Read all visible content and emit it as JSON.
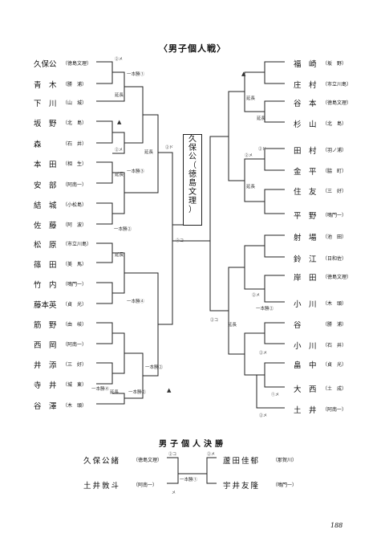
{
  "title": "〈男子個人戦〉",
  "champion": [
    "久",
    "保",
    "公",
    "（",
    "徳",
    "島",
    "文",
    "理",
    "）"
  ],
  "left_players": [
    {
      "name": "久保公",
      "aff": "（徳島文理）"
    },
    {
      "name": "青　木",
      "aff": "（勝　浦）"
    },
    {
      "name": "下　川",
      "aff": "（山　城）"
    },
    {
      "name": "坂　野",
      "aff": "（北　島）"
    },
    {
      "name": "森",
      "aff": "（石　井）"
    },
    {
      "name": "本　田",
      "aff": "（相　生）"
    },
    {
      "name": "安　部",
      "aff": "（阿南一）"
    },
    {
      "name": "結　城",
      "aff": "（小松島）"
    },
    {
      "name": "佐　藤",
      "aff": "（阿　波）"
    },
    {
      "name": "松　原",
      "aff": "（市立川島）"
    },
    {
      "name": "篠　田",
      "aff": "（美　馬）"
    },
    {
      "name": "竹　内",
      "aff": "（鳴門一）"
    },
    {
      "name": "藤本英",
      "aff": "（貞　光）"
    },
    {
      "name": "筋　野",
      "aff": "（由　岐）"
    },
    {
      "name": "西　岡",
      "aff": "（阿南一）"
    },
    {
      "name": "井　添",
      "aff": "（三　好）"
    },
    {
      "name": "寺　井",
      "aff": "（城　東）"
    },
    {
      "name": "谷　澤",
      "aff": "（木　頭）"
    }
  ],
  "right_players": [
    {
      "name": "福　崎",
      "aff": "（坂　野）"
    },
    {
      "name": "庄　村",
      "aff": "（市立川島）"
    },
    {
      "name": "谷　本",
      "aff": "（徳島文理）"
    },
    {
      "name": "杉　山",
      "aff": "（北　島）"
    },
    {
      "name": "田　村",
      "aff": "（羽ノ浦）"
    },
    {
      "name": "金　平",
      "aff": "（脇　町）"
    },
    {
      "name": "住　友",
      "aff": "（三　好）"
    },
    {
      "name": "平　野",
      "aff": "（鳴門一）"
    },
    {
      "name": "射　場",
      "aff": "（池　田）"
    },
    {
      "name": "鈴　江",
      "aff": "（日和佐）"
    },
    {
      "name": "岸　田",
      "aff": "（徳島文理）"
    },
    {
      "name": "小　川",
      "aff": "（木　頭）"
    },
    {
      "name": "谷",
      "aff": "（勝　浦）"
    },
    {
      "name": "小　川",
      "aff": "（石　井）"
    },
    {
      "name": "畠　中",
      "aff": "（貞　光）"
    },
    {
      "name": "大　西",
      "aff": "（土　成）"
    },
    {
      "name": "土　井",
      "aff": "（阿南一）"
    }
  ],
  "notes": {
    "ippon1": "一本勝①",
    "ippon2": "一本勝②",
    "ippon3": "一本勝③",
    "ippon4": "一本勝④",
    "ippon5": "一本勝②",
    "ippon6": "一本勝④",
    "ippon7": "一本勝②",
    "enc": "延長",
    "kote": "②コ",
    "men": "②メ",
    "do": "②ド",
    "men2": "メ",
    "men1": "①メ",
    "triangle": "▲"
  },
  "final": {
    "title": "男子個人決勝",
    "left": [
      {
        "name": "久保公緒",
        "aff": "（徳島文理）"
      },
      {
        "name": "土井敦斗",
        "aff": "（阿南一）"
      }
    ],
    "right": [
      {
        "name": "蘆田佳郁",
        "aff": "（那賀川）"
      },
      {
        "name": "宇井友隆",
        "aff": "（鳴門一）"
      }
    ],
    "note": "一本勝①",
    "mark_left": "②コ",
    "mark_right": "②メ",
    "slash": "メ"
  },
  "page_number": "188"
}
